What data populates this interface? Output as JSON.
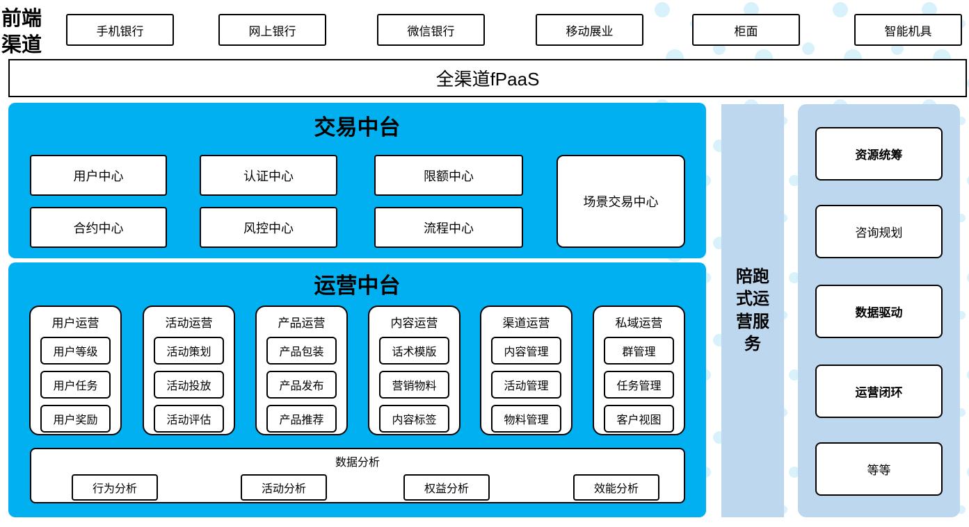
{
  "colors": {
    "primary_blue": "#00B0F0",
    "panel_blue": "#BDD7EE",
    "dot_blue": "#D9F1FA",
    "border_black": "#000000"
  },
  "front_channels": {
    "label": "前端渠道",
    "items": [
      "手机银行",
      "网上银行",
      "微信银行",
      "移动展业",
      "柜面",
      "智能机具"
    ]
  },
  "fpaas_bar": {
    "label": "全渠道fPaaS"
  },
  "transaction_platform": {
    "title": "交易中台",
    "boxes": [
      "用户中心",
      "认证中心",
      "限额中心",
      "合约中心",
      "风控中心",
      "流程中心"
    ],
    "tall_box": "场景交易中心"
  },
  "operation_platform": {
    "title": "运营中台",
    "columns": [
      {
        "title": "用户运营",
        "items": [
          "用户等级",
          "用户任务",
          "用户奖励"
        ]
      },
      {
        "title": "活动运营",
        "items": [
          "活动策划",
          "活动投放",
          "活动评估"
        ]
      },
      {
        "title": "产品运营",
        "items": [
          "产品包装",
          "产品发布",
          "产品推荐"
        ]
      },
      {
        "title": "内容运营",
        "items": [
          "话术模版",
          "营销物料",
          "内容标签"
        ]
      },
      {
        "title": "渠道运营",
        "items": [
          "内容管理",
          "活动管理",
          "物料管理"
        ]
      },
      {
        "title": "私域运营",
        "items": [
          "群管理",
          "任务管理",
          "客户视图"
        ]
      }
    ],
    "analysis": {
      "title": "数据分析",
      "items": [
        "行为分析",
        "活动分析",
        "权益分析",
        "效能分析"
      ]
    }
  },
  "companion_service": {
    "label": "陪跑式运营服务"
  },
  "right_panel": {
    "items": [
      {
        "label": "资源统筹",
        "bold": true
      },
      {
        "label": "咨询规划",
        "bold": false
      },
      {
        "label": "数据驱动",
        "bold": true
      },
      {
        "label": "运营闭环",
        "bold": true
      },
      {
        "label": "等等",
        "bold": false
      }
    ]
  }
}
